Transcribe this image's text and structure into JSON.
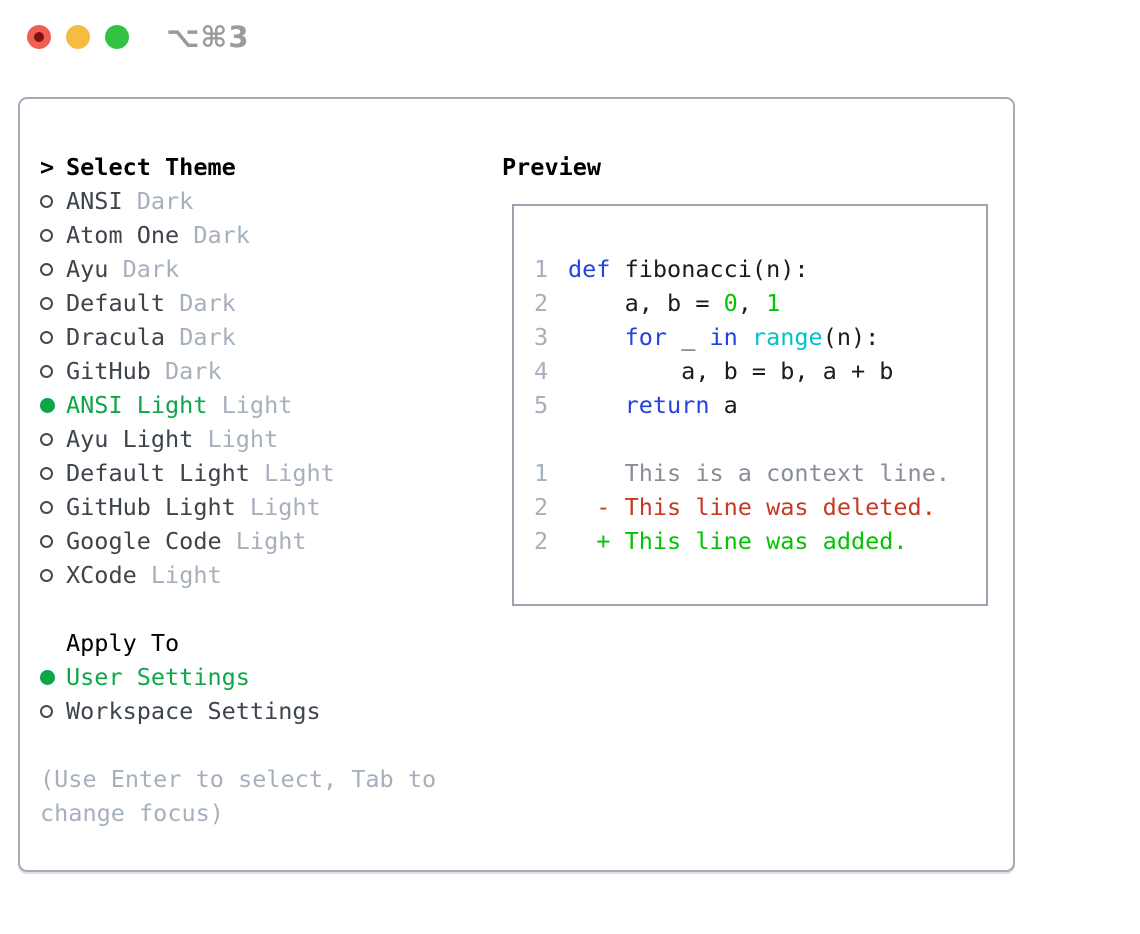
{
  "titlebar": {
    "shortcut": "⌥⌘3",
    "buttons": [
      "close",
      "minimize",
      "zoom"
    ]
  },
  "theme_panel": {
    "marker": ">",
    "title": "Select Theme",
    "items": [
      {
        "label": "ANSI",
        "variant": "Dark",
        "selected": false
      },
      {
        "label": "Atom One",
        "variant": "Dark",
        "selected": false
      },
      {
        "label": "Ayu",
        "variant": "Dark",
        "selected": false
      },
      {
        "label": "Default",
        "variant": "Dark",
        "selected": false
      },
      {
        "label": "Dracula",
        "variant": "Dark",
        "selected": false
      },
      {
        "label": "GitHub",
        "variant": "Dark",
        "selected": false
      },
      {
        "label": "ANSI Light",
        "variant": "Light",
        "selected": true
      },
      {
        "label": "Ayu Light",
        "variant": "Light",
        "selected": false
      },
      {
        "label": "Default Light",
        "variant": "Light",
        "selected": false
      },
      {
        "label": "GitHub Light",
        "variant": "Light",
        "selected": false
      },
      {
        "label": "Google Code",
        "variant": "Light",
        "selected": false
      },
      {
        "label": "XCode",
        "variant": "Light",
        "selected": false
      }
    ]
  },
  "apply_panel": {
    "title": "Apply To",
    "items": [
      {
        "label": "User Settings",
        "selected": true
      },
      {
        "label": "Workspace Settings",
        "selected": false
      }
    ]
  },
  "help_text": "(Use Enter to select, Tab to change focus)",
  "preview": {
    "title": "Preview",
    "code_lines": [
      {
        "number": "1",
        "tokens": [
          {
            "t": "def",
            "c": "keyword"
          },
          {
            "t": " fibonacci(n):",
            "c": "plain"
          }
        ]
      },
      {
        "number": "2",
        "tokens": [
          {
            "t": "    a, b = ",
            "c": "plain"
          },
          {
            "t": "0",
            "c": "number"
          },
          {
            "t": ", ",
            "c": "plain"
          },
          {
            "t": "1",
            "c": "number"
          }
        ]
      },
      {
        "number": "3",
        "tokens": [
          {
            "t": "    ",
            "c": "plain"
          },
          {
            "t": "for",
            "c": "keyword"
          },
          {
            "t": " _ ",
            "c": "plain"
          },
          {
            "t": "in",
            "c": "keyword"
          },
          {
            "t": " ",
            "c": "plain"
          },
          {
            "t": "range",
            "c": "builtin"
          },
          {
            "t": "(n):",
            "c": "plain"
          }
        ]
      },
      {
        "number": "4",
        "tokens": [
          {
            "t": "        a, b = b, a + b",
            "c": "plain"
          }
        ]
      },
      {
        "number": "5",
        "tokens": [
          {
            "t": "    ",
            "c": "plain"
          },
          {
            "t": "return",
            "c": "keyword"
          },
          {
            "t": " a",
            "c": "plain"
          }
        ]
      },
      {
        "number": "",
        "tokens": []
      },
      {
        "number": "1",
        "tokens": [
          {
            "t": "    This is a context line.",
            "c": "context"
          }
        ]
      },
      {
        "number": "2",
        "tokens": [
          {
            "t": "  - This line was deleted.",
            "c": "deleted"
          }
        ]
      },
      {
        "number": "2",
        "tokens": [
          {
            "t": "  + This line was added.",
            "c": "added"
          }
        ]
      }
    ]
  },
  "colors": {
    "selection_green": "#0fa648",
    "added_green": "#03c303",
    "deleted_red": "#c63a22",
    "keyword_blue": "#2442dd",
    "builtin_cyan": "#00c2cc",
    "muted_gray": "#a6b0bc",
    "text_dark": "#3e444c",
    "border_gray": "#a3abb6",
    "traffic_red": "#f15e54",
    "traffic_yellow": "#f5bd40",
    "traffic_green": "#33c243"
  }
}
